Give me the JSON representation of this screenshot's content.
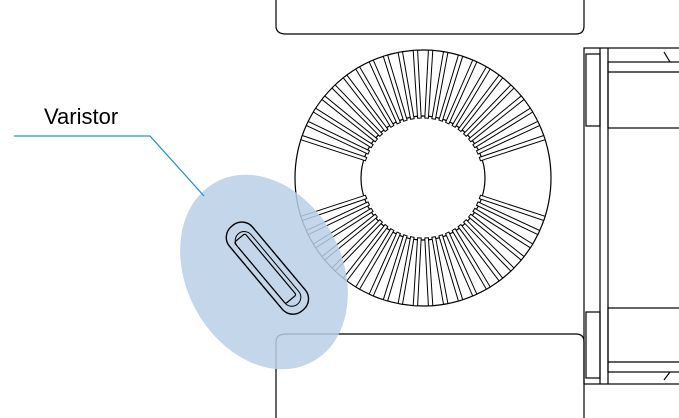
{
  "callout": {
    "label": "Varistor"
  },
  "colors": {
    "line": "#000000",
    "leader": "#1f8fe0",
    "highlight": "#b8cfe6",
    "background": "#ffffff"
  },
  "diagram": {
    "components": [
      "terminal-block-top",
      "terminal-block-bottom",
      "toroidal-inductor",
      "varistor",
      "side-module"
    ],
    "winding_turns_per_side": 22
  }
}
